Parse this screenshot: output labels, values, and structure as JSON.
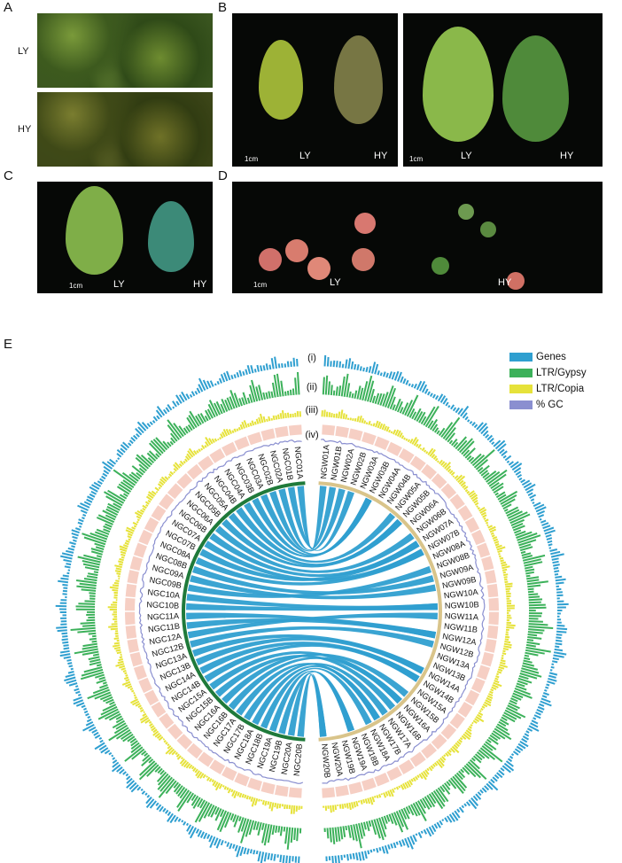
{
  "panels": {
    "A": {
      "label": "A",
      "rows": [
        "LY",
        "HY"
      ]
    },
    "B": {
      "label": "B",
      "captions": [
        "LY",
        "HY",
        "LY",
        "HY"
      ],
      "scale": [
        "1cm",
        "1cm"
      ]
    },
    "C": {
      "label": "C",
      "captions": [
        "LY",
        "HY"
      ],
      "scale": "1cm"
    },
    "D": {
      "label": "D",
      "captions": [
        "LY",
        "HY"
      ],
      "scale": "1cm"
    },
    "E": {
      "label": "E"
    }
  },
  "chart_data": {
    "type": "circos",
    "track_labels": [
      "(i)",
      "(ii)",
      "(iii)",
      "(iv)"
    ],
    "legend": [
      {
        "name": "Genes",
        "color": "#2f9fd0"
      },
      {
        "name": "LTR/Gypsy",
        "color": "#3cb15a"
      },
      {
        "name": "LTR/Copia",
        "color": "#e6e23a"
      },
      {
        "name": "% GC",
        "color": "#8a8fd0"
      }
    ],
    "left_chromosomes": [
      "NGC01A",
      "NGC01B",
      "NGC02A",
      "NGC02B",
      "NGC03A",
      "NGC03B",
      "NGC04A",
      "NGC04B",
      "NGC05A",
      "NGC05B",
      "NGC06A",
      "NGC06B",
      "NGC07A",
      "NGC07B",
      "NGC08A",
      "NGC08B",
      "NGC09A",
      "NGC09B",
      "NGC10A",
      "NGC10B",
      "NGC11A",
      "NGC11B",
      "NGC12A",
      "NGC12B",
      "NGC13A",
      "NGC13B",
      "NGC14A",
      "NGC14B",
      "NGC15A",
      "NGC15B",
      "NGC16A",
      "NGC16B",
      "NGC17A",
      "NGC17B",
      "NGC18A",
      "NGC18B",
      "NGC19A",
      "NGC19B",
      "NGC20A",
      "NGC20B"
    ],
    "right_chromosomes": [
      "NGW01A",
      "NGW01B",
      "NGW02A",
      "NGW02B",
      "NGW03A",
      "NGW03B",
      "NGW04A",
      "NGW04B",
      "NGW05A",
      "NGW05B",
      "NGW06A",
      "NGW06B",
      "NGW07A",
      "NGW07B",
      "NGW08A",
      "NGW08B",
      "NGW09A",
      "NGW09B",
      "NGW10A",
      "NGW10B",
      "NGW11A",
      "NGW11B",
      "NGW12A",
      "NGW12B",
      "NGW13A",
      "NGW13B",
      "NGW14A",
      "NGW14B",
      "NGW15A",
      "NGW15B",
      "NGW16A",
      "NGW16B",
      "NGW17A",
      "NGW17B",
      "NGW18A",
      "NGW18B",
      "NGW19A",
      "NGW19B",
      "NGW20A",
      "NGW20B"
    ],
    "synteny_color": "#2f9fd0",
    "left_ideogram_color": "#1f7a3a",
    "right_ideogram_color": "#d9c48a",
    "karyotype_color": "#f6cfc4"
  }
}
